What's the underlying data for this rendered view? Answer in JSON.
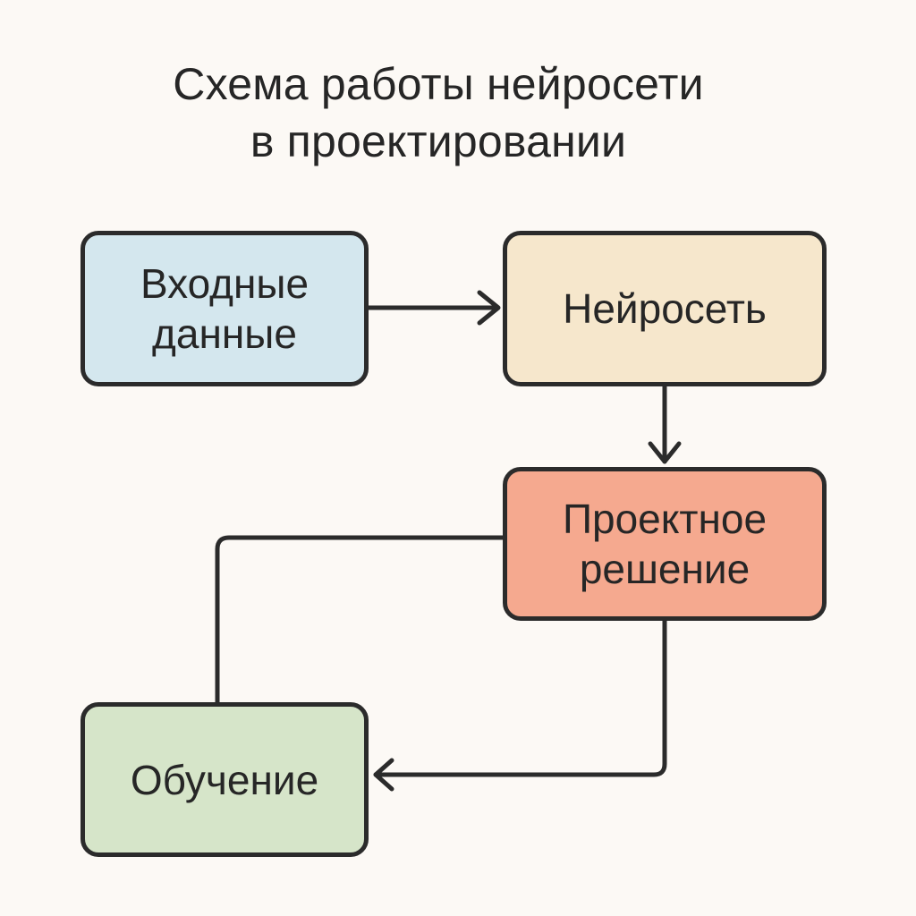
{
  "title": {
    "line1": "Схема работы нейросети",
    "line2": "в проектировании"
  },
  "nodes": {
    "input": {
      "line1": "Входные",
      "line2": "данные",
      "color": "#d4e7ee"
    },
    "neural": {
      "line1": "Нейросеть",
      "color": "#f6e7cc"
    },
    "solution": {
      "line1": "Проектное",
      "line2": "решение",
      "color": "#f5a98f"
    },
    "training": {
      "line1": "Обучение",
      "color": "#d6e5c9"
    }
  },
  "edges": [
    {
      "from": "Входные данные",
      "to": "Нейросеть"
    },
    {
      "from": "Нейросеть",
      "to": "Проектное решение"
    },
    {
      "from": "Проектное решение",
      "to": "Обучение"
    },
    {
      "from": "Обучение",
      "to": "Проектное решение"
    }
  ],
  "colors": {
    "background": "#fcf9f5",
    "stroke": "#2b2b2b"
  }
}
